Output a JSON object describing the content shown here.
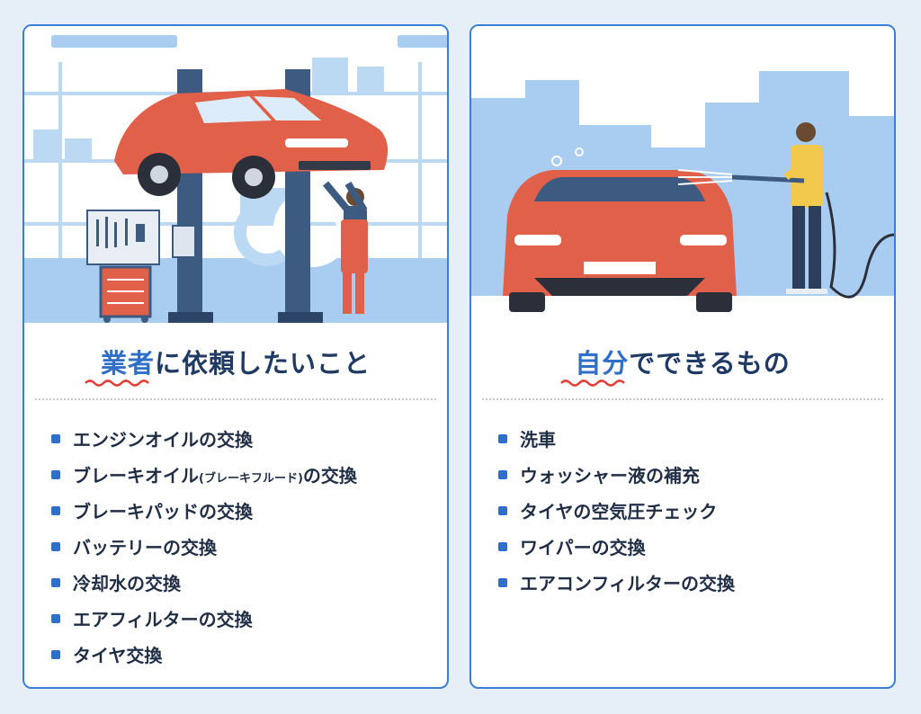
{
  "left_panel": {
    "heading_highlight": "業者",
    "heading_rest": "に依頼したいこと",
    "items": [
      {
        "label": "エンジンオイルの交換"
      },
      {
        "label": "ブレーキオイル",
        "note": "(ブレーキフルード)",
        "suffix": "の交換"
      },
      {
        "label": "ブレーキパッドの交換"
      },
      {
        "label": "バッテリーの交換"
      },
      {
        "label": "冷却水の交換"
      },
      {
        "label": "エアフィルターの交換"
      },
      {
        "label": "タイヤ交換"
      }
    ]
  },
  "right_panel": {
    "heading_highlight": "自分",
    "heading_rest": "でできるもの",
    "items": [
      {
        "label": "洗車"
      },
      {
        "label": "ウォッシャー液の補充"
      },
      {
        "label": "タイヤの空気圧チェック"
      },
      {
        "label": "ワイパーの交換"
      },
      {
        "label": "エアコンフィルターの交換"
      }
    ]
  },
  "colors": {
    "accent_blue": "#2f6fc7",
    "heading_navy": "#1f3a63",
    "wave_red": "#e0413a",
    "car_red": "#e0604a",
    "scene_blue": "#a9cdf0"
  }
}
